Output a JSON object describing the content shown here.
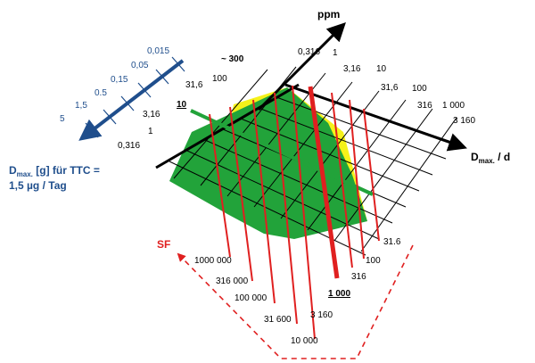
{
  "ppm_axis": {
    "title": "ppm",
    "labels": [
      "0,316",
      "1",
      "3,16",
      "10",
      "31,6",
      "100",
      "316",
      "1 000",
      "3 160"
    ]
  },
  "left_axis": {
    "labels": [
      "~ 300",
      "100",
      "31,6",
      "10",
      "3,16",
      "1",
      "0,316"
    ],
    "highlight": "10"
  },
  "dmax_axis": {
    "title_main": "D",
    "title_sub": "max.",
    "title_suffix": " / d"
  },
  "blue_axis": {
    "labels": [
      "0,015",
      "0,05",
      "0,15",
      "0.5",
      "1,5",
      "5"
    ],
    "title_line1_main": "D",
    "title_line1_sub": "max.",
    "title_line1_suffix": " [g] für TTC =",
    "title_line2": "1,5 µg / Tag"
  },
  "sf_axis": {
    "title": "SF",
    "labels": [
      "31.6",
      "100",
      "316",
      "1 000",
      "3 160",
      "10 000",
      "31 600",
      "100 000",
      "316 000",
      "1000 000"
    ],
    "highlight": "1 000"
  },
  "colors": {
    "green": "#22a33a",
    "yellow": "#f5f21a",
    "red": "#e02020",
    "blue": "#1f4e8c",
    "grid": "#000000"
  }
}
